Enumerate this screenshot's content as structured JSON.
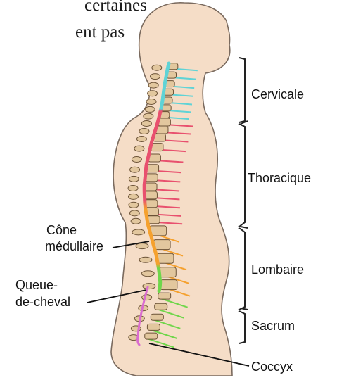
{
  "page_text": {
    "line1": "certaines",
    "line2": "ent pas"
  },
  "diagram": {
    "regions": [
      {
        "label": "Cervicale",
        "color": "#5fd3d6"
      },
      {
        "label": "Thoracique",
        "color": "#e8506e"
      },
      {
        "label": "Lombaire",
        "color": "#f5a12e"
      },
      {
        "label": "Sacrum",
        "color": "#6fd64a"
      }
    ],
    "callouts": {
      "cone_line1": "Cône",
      "cone_line2": "médullaire",
      "queue_line1": "Queue-",
      "queue_line2": "de-cheval",
      "coccyx": "Coccyx"
    },
    "colors": {
      "skin": "#f5ddc7",
      "skin_outline": "#7a6a5e",
      "vertebra": "#e2c79e",
      "vertebra_outline": "#6b5236",
      "cord_tail": "#d96ccf"
    }
  }
}
